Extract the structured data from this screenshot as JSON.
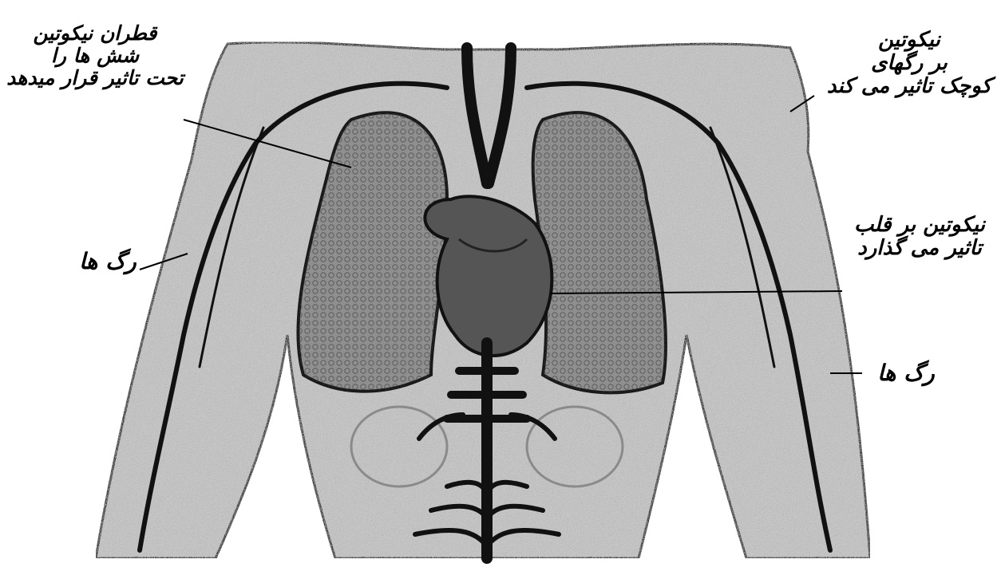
{
  "labels": {
    "tar_lungs": [
      "قطران نیکوتین",
      "شش ها را",
      "تحت تاثیر قرار میدهد"
    ],
    "nicotine_small_vessels": [
      "نیکوتین",
      "بر رگهای",
      "کوچک تاثیر می کند"
    ],
    "vessels_left": "رگ ها",
    "nicotine_heart": [
      "نیکوتین بر قلب",
      "تاثیر می گذارد"
    ],
    "vessels_right": "رگ ها"
  },
  "colors": {
    "ink": "#000000",
    "background": "#ffffff",
    "shade_light": "#bdbdbd",
    "shade_mid": "#8a8a8a",
    "shade_dark": "#4d4d4d"
  }
}
